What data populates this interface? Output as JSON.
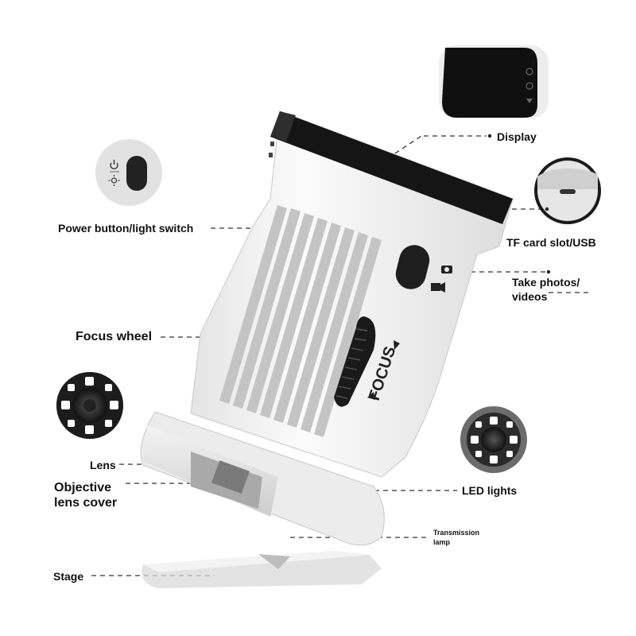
{
  "labels": {
    "display": "Display",
    "power": "Power button/light switch",
    "tf_card": "TF card slot/USB",
    "photos_line1": "Take photos/",
    "photos_line2": "videos",
    "focus_wheel": "Focus wheel",
    "lens": "Lens",
    "cover_line1": "Objective",
    "cover_line2": "lens cover",
    "led": "LED lights",
    "transmission_line1": "Transmission",
    "transmission_line2": "lamp",
    "stage": "Stage"
  },
  "device": {
    "focus_text": "FOCUS",
    "body_color": "#f2f2f2",
    "screen_color": "#151515",
    "accent_dark": "#1e1e1e"
  },
  "icons": {
    "power": "power-icon",
    "light": "sun-icon",
    "camera": "camera-icon",
    "video": "video-icon"
  }
}
